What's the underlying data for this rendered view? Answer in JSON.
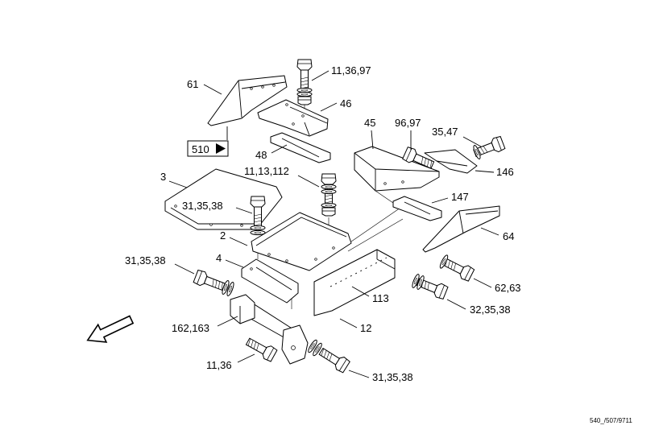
{
  "callouts": [
    {
      "label": "61"
    },
    {
      "label": "11,36,97"
    },
    {
      "label": "46"
    },
    {
      "label": "45"
    },
    {
      "label": "96,97"
    },
    {
      "label": "35,47"
    },
    {
      "label": "48"
    },
    {
      "label": "146"
    },
    {
      "label": "3"
    },
    {
      "label": "11,13,112"
    },
    {
      "label": "147"
    },
    {
      "label": "31,35,38"
    },
    {
      "label": "2"
    },
    {
      "label": "64"
    },
    {
      "label": "4"
    },
    {
      "label": "31,35,38"
    },
    {
      "label": "62,63"
    },
    {
      "label": "113"
    },
    {
      "label": "32,35,38"
    },
    {
      "label": "162,163"
    },
    {
      "label": "12"
    },
    {
      "label": "11,36"
    },
    {
      "label": "31,35,38"
    }
  ],
  "reference_box": {
    "label": "510",
    "icon": "arrow-right-icon"
  },
  "direction_arrow": {
    "icon": "arrow-down-left-icon"
  },
  "drawing_number": "540_/507/9711",
  "colors": {
    "line": "#000000",
    "background": "#ffffff"
  }
}
